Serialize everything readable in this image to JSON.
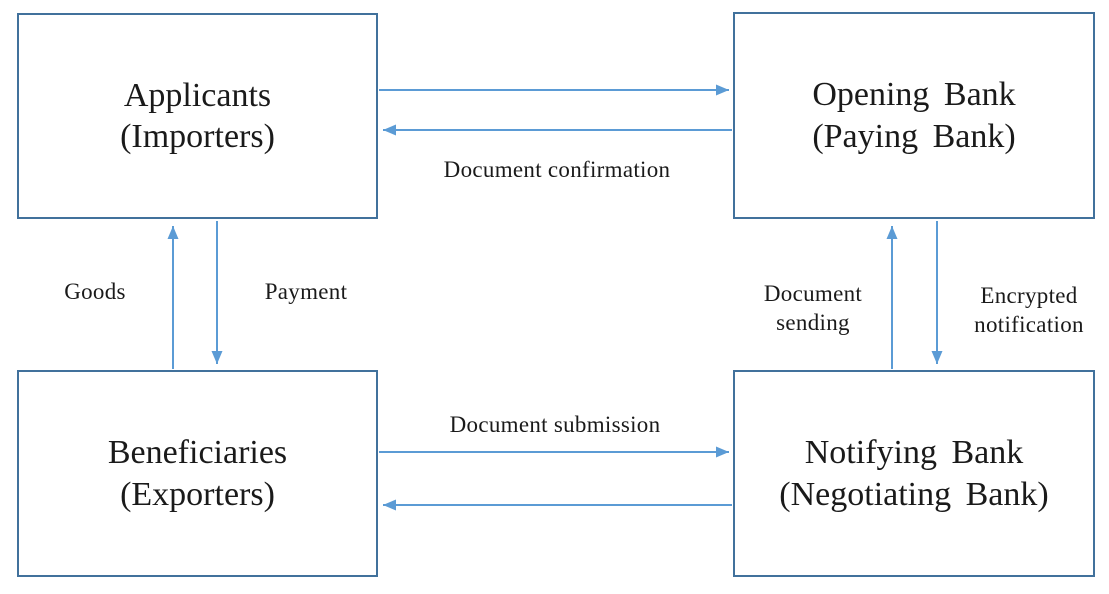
{
  "diagram": {
    "type": "flow-diagram",
    "nodes": [
      {
        "id": "applicants",
        "title": "Applicants",
        "subtitle": "(Importers)"
      },
      {
        "id": "opening-bank",
        "title": "Opening Bank",
        "subtitle": "(Paying Bank)"
      },
      {
        "id": "beneficiaries",
        "title": "Beneficiaries",
        "subtitle": "(Exporters)"
      },
      {
        "id": "notifying-bank",
        "title": "Notifying Bank",
        "subtitle": "(Negotiating Bank)"
      }
    ],
    "edges": [
      {
        "from": "applicants",
        "to": "opening-bank",
        "label": ""
      },
      {
        "from": "opening-bank",
        "to": "applicants",
        "label": "Document confirmation"
      },
      {
        "from": "beneficiaries",
        "to": "applicants",
        "label": "Goods"
      },
      {
        "from": "applicants",
        "to": "beneficiaries",
        "label": "Payment"
      },
      {
        "from": "notifying-bank",
        "to": "opening-bank",
        "label": "Document sending"
      },
      {
        "from": "opening-bank",
        "to": "notifying-bank",
        "label": "Encrypted notification"
      },
      {
        "from": "beneficiaries",
        "to": "notifying-bank",
        "label": "Document submission"
      },
      {
        "from": "notifying-bank",
        "to": "beneficiaries",
        "label": ""
      }
    ],
    "colors": {
      "box_border": "#41719C",
      "arrow": "#5B9BD5",
      "text": "#1a1a1a",
      "background": "#ffffff"
    }
  }
}
